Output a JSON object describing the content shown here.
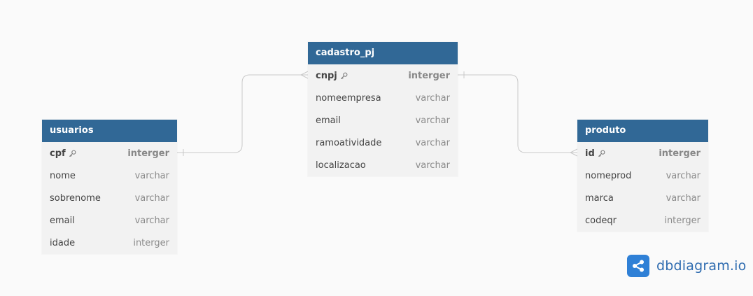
{
  "tables": {
    "cadastro_pj": {
      "name": "cadastro_pj",
      "fields": [
        {
          "name": "cnpj",
          "type": "interger",
          "pk": true
        },
        {
          "name": "nomeempresa",
          "type": "varchar",
          "pk": false
        },
        {
          "name": "email",
          "type": "varchar",
          "pk": false
        },
        {
          "name": "ramoatividade",
          "type": "varchar",
          "pk": false
        },
        {
          "name": "localizacao",
          "type": "varchar",
          "pk": false
        }
      ]
    },
    "usuarios": {
      "name": "usuarios",
      "fields": [
        {
          "name": "cpf",
          "type": "interger",
          "pk": true
        },
        {
          "name": "nome",
          "type": "varchar",
          "pk": false
        },
        {
          "name": "sobrenome",
          "type": "varchar",
          "pk": false
        },
        {
          "name": "email",
          "type": "varchar",
          "pk": false
        },
        {
          "name": "idade",
          "type": "interger",
          "pk": false
        }
      ]
    },
    "produto": {
      "name": "produto",
      "fields": [
        {
          "name": "id",
          "type": "interger",
          "pk": true
        },
        {
          "name": "nomeprod",
          "type": "varchar",
          "pk": false
        },
        {
          "name": "marca",
          "type": "varchar",
          "pk": false
        },
        {
          "name": "codeqr",
          "type": "interger",
          "pk": false
        }
      ]
    }
  },
  "colors": {
    "header": "#316896",
    "table_bg": "#f2f2f2",
    "connector": "#c9c9c9",
    "brand": "#2f80d6"
  },
  "brand": {
    "text": "dbdiagram.io",
    "icon": "share-icon"
  }
}
